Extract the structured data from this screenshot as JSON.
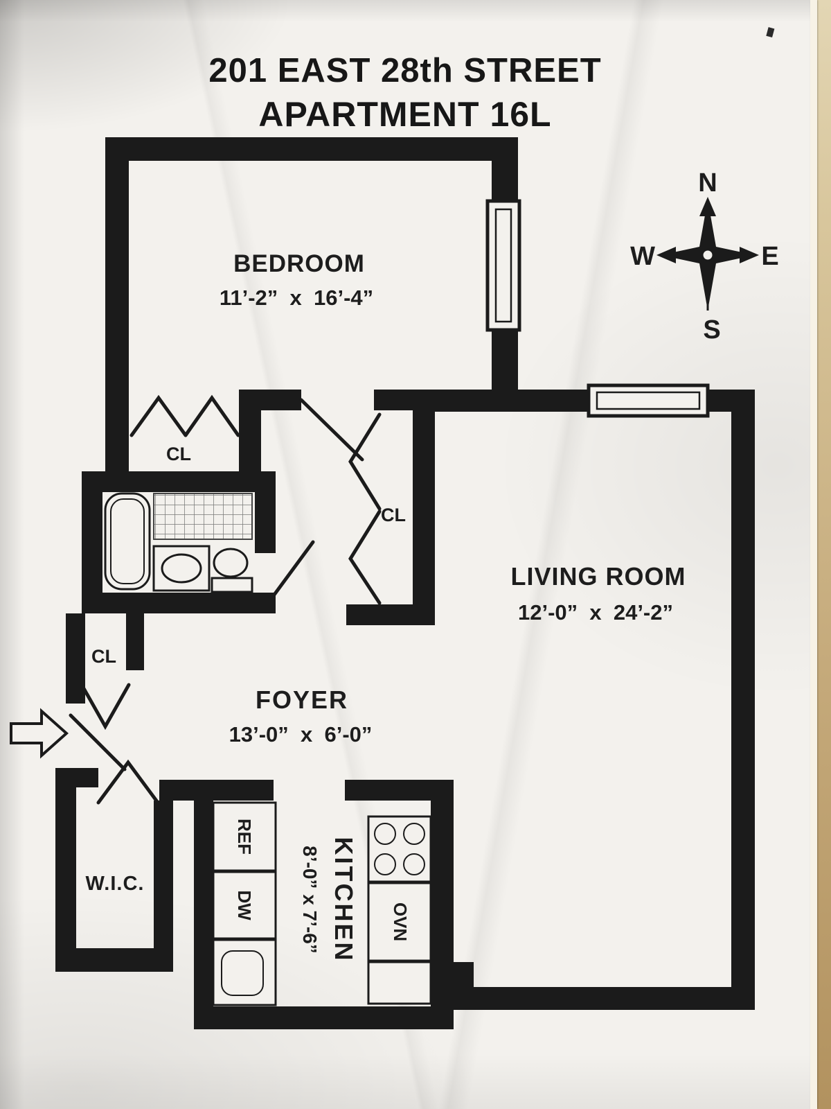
{
  "document": {
    "title": "201 EAST 28th STREET",
    "subtitle": "APARTMENT 16L"
  },
  "compass": {
    "north": "N",
    "east": "E",
    "south": "S",
    "west": "W"
  },
  "rooms": {
    "bedroom": {
      "name": "BEDROOM",
      "dims": "11’-2”  x  16’-4”"
    },
    "living_room": {
      "name": "LIVING ROOM",
      "dims": "12’-0”  x  24’-2”"
    },
    "foyer": {
      "name": "FOYER",
      "dims": "13’-0”  x  6’-0”"
    },
    "kitchen": {
      "name": "KITCHEN",
      "dims": "8’-0” x 7’-6”"
    },
    "walk_in_closet": {
      "name": "W.I.C."
    },
    "bedroom_closet": {
      "name": "CL"
    },
    "hall_closet": {
      "name": "CL"
    },
    "entry_closet": {
      "name": "CL"
    }
  },
  "appliances": {
    "refrigerator": "REF",
    "dishwasher": "DW",
    "oven": "OVN"
  }
}
